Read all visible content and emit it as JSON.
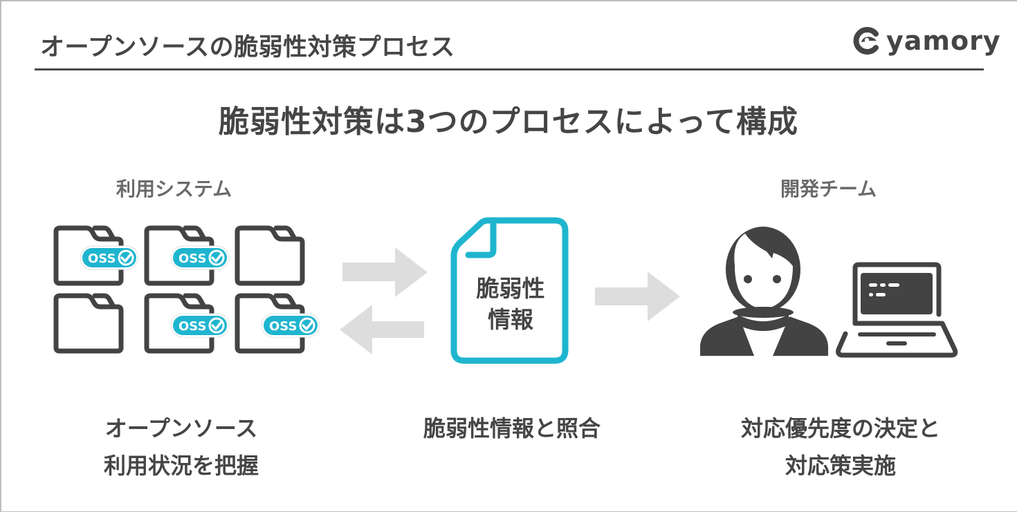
{
  "header": {
    "title": "オープンソースの脆弱性対策プロセス",
    "logo_text": "yamory"
  },
  "main_title": "脆弱性対策は3つのプロセスによって構成",
  "sections": {
    "left": {
      "label": "利用システム",
      "caption_line1": "オープンソース",
      "caption_line2": "利用状況を把握",
      "folders": [
        {
          "has_oss_badge": true
        },
        {
          "has_oss_badge": true
        },
        {
          "has_oss_badge": false
        },
        {
          "has_oss_badge": false
        },
        {
          "has_oss_badge": true
        },
        {
          "has_oss_badge": true
        }
      ],
      "badge_text": "OSS"
    },
    "center": {
      "document_line1": "脆弱性",
      "document_line2": "情報",
      "caption_line1": "脆弱性情報と照合"
    },
    "right": {
      "label": "開発チーム",
      "caption_line1": "対応優先度の決定と",
      "caption_line2": "対応策実施"
    }
  },
  "colors": {
    "accent": "#1fb5cf",
    "icon_dark": "#434343",
    "arrow": "#dddddd",
    "text": "#454545",
    "label": "#6a6a6a"
  }
}
